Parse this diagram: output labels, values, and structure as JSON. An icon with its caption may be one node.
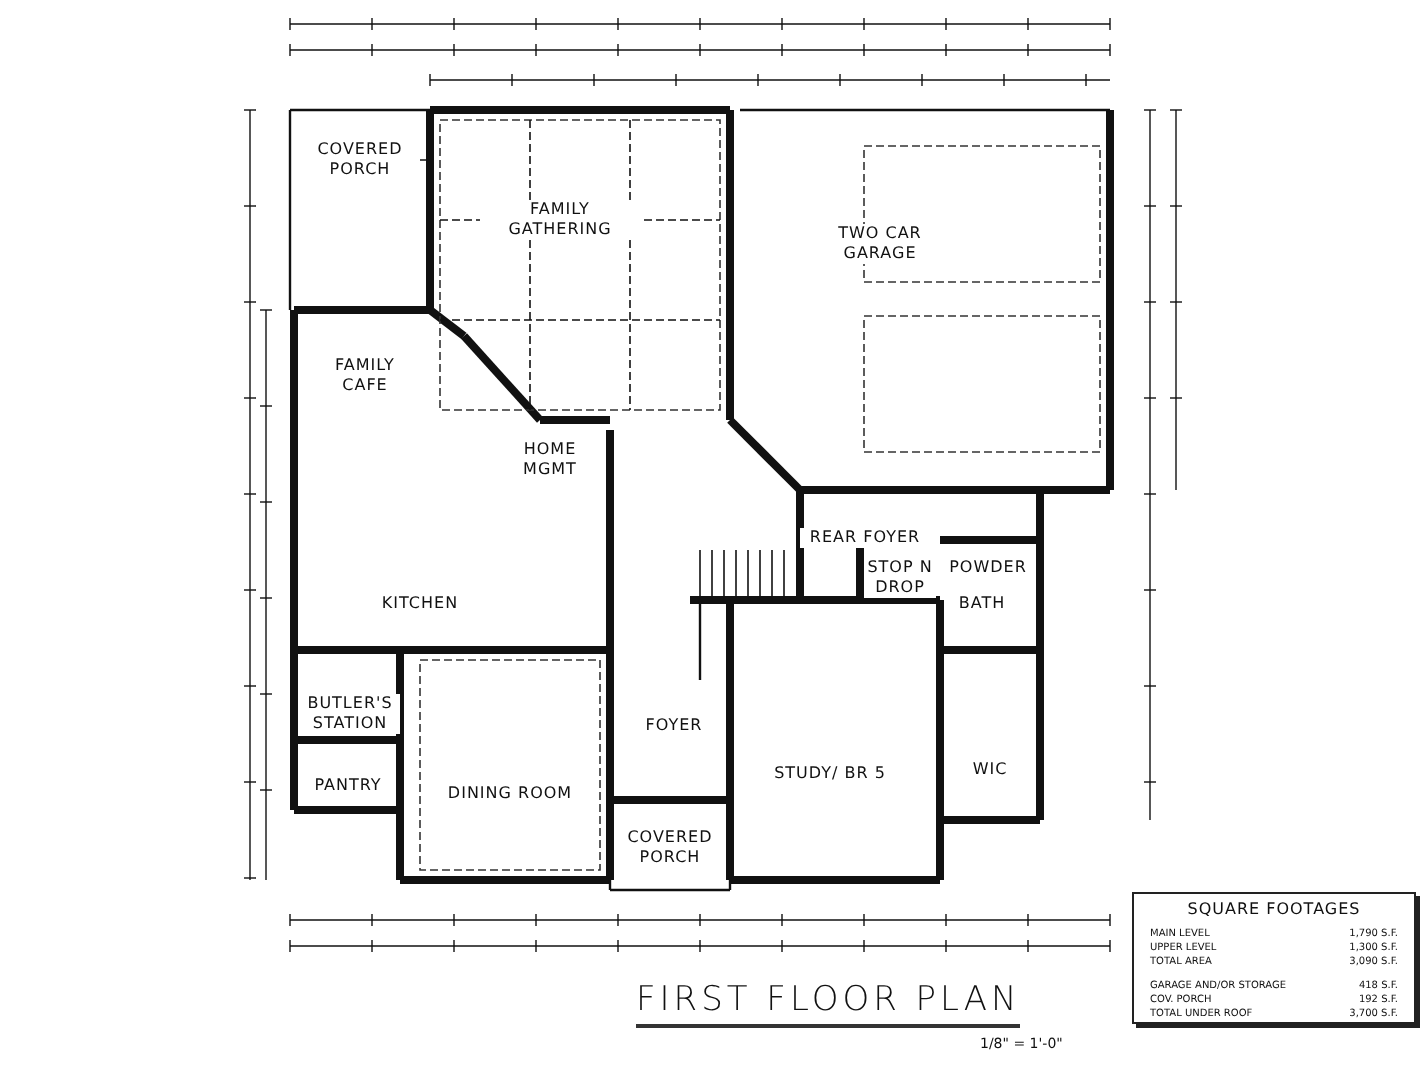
{
  "diagram": {
    "title": "FIRST FLOOR PLAN",
    "nodes": [
      {
        "text": [
          "COVERED PORCH"
        ]
      },
      {
        "text": [
          "FAMILY GATHERING"
        ]
      },
      {
        "text": [
          "TWO CAR GARAGE"
        ]
      },
      {
        "text": [
          "FAMILY CAFE"
        ]
      },
      {
        "text": [
          "HOME MGMT"
        ]
      },
      {
        "text": [
          "KITCHEN"
        ]
      },
      {
        "text": [
          "REAR FOYER"
        ]
      },
      {
        "text": [
          "STOP N DROP"
        ]
      },
      {
        "text": [
          "POWDER"
        ]
      },
      {
        "text": [
          "BATH"
        ]
      },
      {
        "text": [
          "BUTLER'S STATION"
        ]
      },
      {
        "text": [
          "PANTRY"
        ]
      },
      {
        "text": [
          "DINING ROOM"
        ]
      },
      {
        "text": [
          "FOYER"
        ]
      },
      {
        "text": [
          "STUDY/ BR 5"
        ]
      },
      {
        "text": [
          "WIC"
        ]
      },
      {
        "text": [
          "COVERED PORCH"
        ]
      },
      {
        "text": [
          "SQUARE FOOTAGES"
        ]
      }
    ],
    "labels": [
      "1/8\" = 1'-0\"",
      "MAIN LEVEL",
      "1,790 S.F.",
      "UPPER LEVEL",
      "1,300 S.F.",
      "TOTAL AREA",
      "3,090 S.F.",
      "GARAGE AND/OR STORAGE",
      "418 S.F.",
      "COV. PORCH",
      "192 S.F.",
      "TOTAL UNDER ROOF",
      "3,700 S.F."
    ]
  }
}
